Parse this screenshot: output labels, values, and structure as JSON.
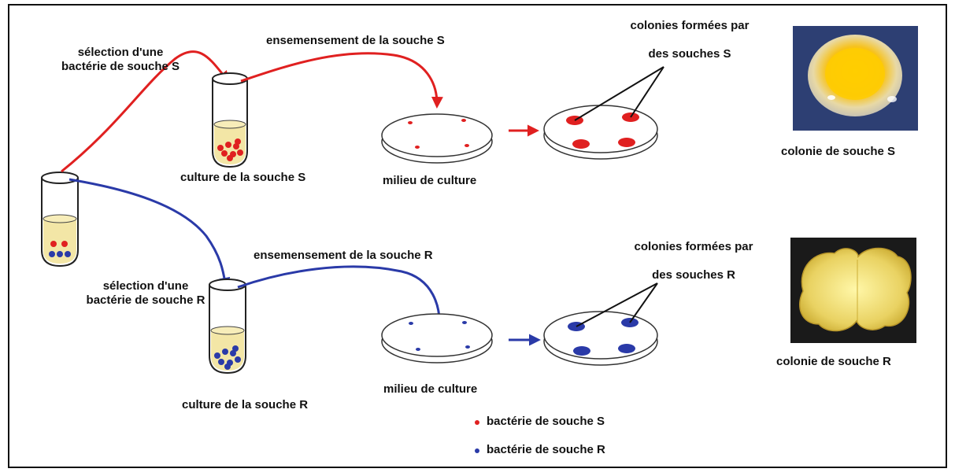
{
  "labels": {
    "selection_s_1": "sélection d'une",
    "selection_s_2": "bactérie de souche S",
    "ensemencement_s": "ensemensement de la souche S",
    "colonies_s_1": "colonies formées par",
    "colonies_s_2": "des souches S",
    "culture_s": "culture de la souche S",
    "milieu_s": "milieu de culture",
    "colonie_s": "colonie de souche S",
    "ensemencement_r": "ensemensement de la souche R",
    "colonies_r_1": "colonies formées par",
    "colonies_r_2": "des souches R",
    "selection_r_1": "sélection d'une",
    "selection_r_2": "bactérie de souche R",
    "milieu_r": "milieu de culture",
    "colonie_r": "colonie de souche R",
    "culture_r": "culture de la souche R"
  },
  "legend": {
    "items": [
      {
        "label": "bactérie de souche S",
        "color": "#e02020"
      },
      {
        "label": "bactérie de souche R",
        "color": "#2a3aa8"
      }
    ]
  },
  "colors": {
    "strain_s": "#e02020",
    "strain_r": "#2a3aa8",
    "medium": "#f3e6a6",
    "photo_s_bg": "#2d3f73",
    "photo_r_bg": "#1a1a1a"
  }
}
